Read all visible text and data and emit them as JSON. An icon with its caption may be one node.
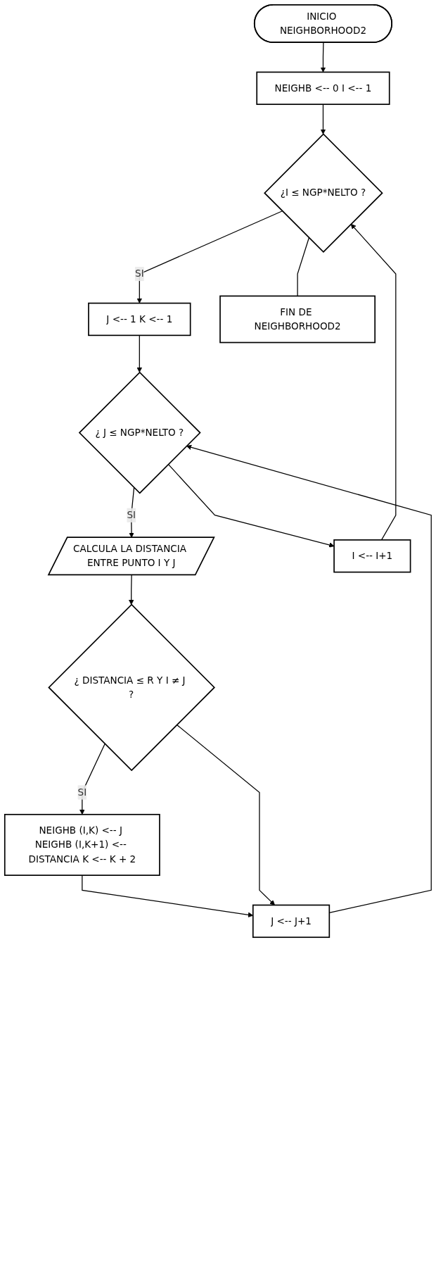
{
  "diagram": {
    "nodes": [
      {
        "text": [
          "INICIO NEIGHBORHOOD2"
        ]
      },
      {
        "text": [
          "NEIGHB <-- 0 I <-- 1"
        ]
      },
      {
        "text": [
          "¿I ≤ NGP*NELTO ?"
        ]
      },
      {
        "text": [
          "J <-- 1 K <-- 1"
        ]
      },
      {
        "text": [
          "¿ J ≤ NGP*NELTO ?"
        ]
      },
      {
        "text": [
          "CALCULA LA DISTANCIA ENTRE PUNTO I Y J"
        ]
      },
      {
        "text": [
          "¿ DISTANCIA ≤ R Y I ≠ J ?"
        ]
      },
      {
        "text": [
          "NEIGHB (I,K) <-- J NEIGHB (I,K+1) <-- DISTANCIA K <-- K + 2"
        ]
      },
      {
        "text": [
          "J <-- J+1"
        ]
      },
      {
        "text": [
          "I <-- I+1"
        ]
      },
      {
        "text": [
          "FIN DE NEIGHBORHOOD2"
        ]
      }
    ],
    "edges": [
      {
        "from": 0,
        "to": 1,
        "arrow": "to"
      },
      {
        "from": 1,
        "to": 2,
        "arrow": "to"
      },
      {
        "from": 2,
        "to": 3,
        "arrow": "to",
        "label": "SI"
      },
      {
        "from": 3,
        "to": 4,
        "arrow": "to"
      },
      {
        "from": 4,
        "to": 5,
        "arrow": "to",
        "label": "SI"
      },
      {
        "from": 5,
        "to": 6,
        "arrow": "to"
      },
      {
        "from": 6,
        "to": 7,
        "arrow": "to",
        "label": "SI"
      },
      {
        "from": 7,
        "to": 8,
        "arrow": "to"
      },
      {
        "from": 6,
        "to": 8,
        "arrow": "to"
      },
      {
        "from": 8,
        "to": 4,
        "arrow": "to"
      },
      {
        "from": 4,
        "to": 9,
        "arrow": "to"
      },
      {
        "from": 9,
        "to": 2,
        "arrow": "to"
      },
      {
        "from": 2,
        "to": 10,
        "arrow": "none"
      }
    ]
  }
}
